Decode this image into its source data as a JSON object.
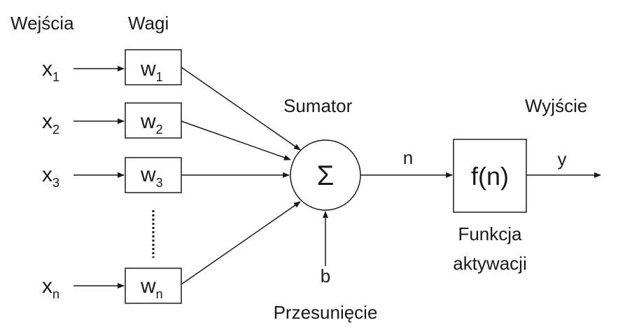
{
  "labels": {
    "inputs": "Wejścia",
    "weights": "Wagi",
    "summator": "Sumator",
    "output": "Wyjście",
    "bias_name": "Przesunięcie",
    "activation_line1": "Funkcja",
    "activation_line2": "aktywacji"
  },
  "inputs": [
    {
      "var": "x",
      "sub": "1"
    },
    {
      "var": "x",
      "sub": "2"
    },
    {
      "var": "x",
      "sub": "3"
    },
    {
      "var": "x",
      "sub": "n"
    }
  ],
  "weights": [
    {
      "var": "w",
      "sub": "1"
    },
    {
      "var": "w",
      "sub": "2"
    },
    {
      "var": "w",
      "sub": "3"
    },
    {
      "var": "w",
      "sub": "n"
    }
  ],
  "sum_symbol": "Σ",
  "net_label": "n",
  "bias_symbol": "b",
  "activation_fn": "f(n)",
  "output_label": "y"
}
